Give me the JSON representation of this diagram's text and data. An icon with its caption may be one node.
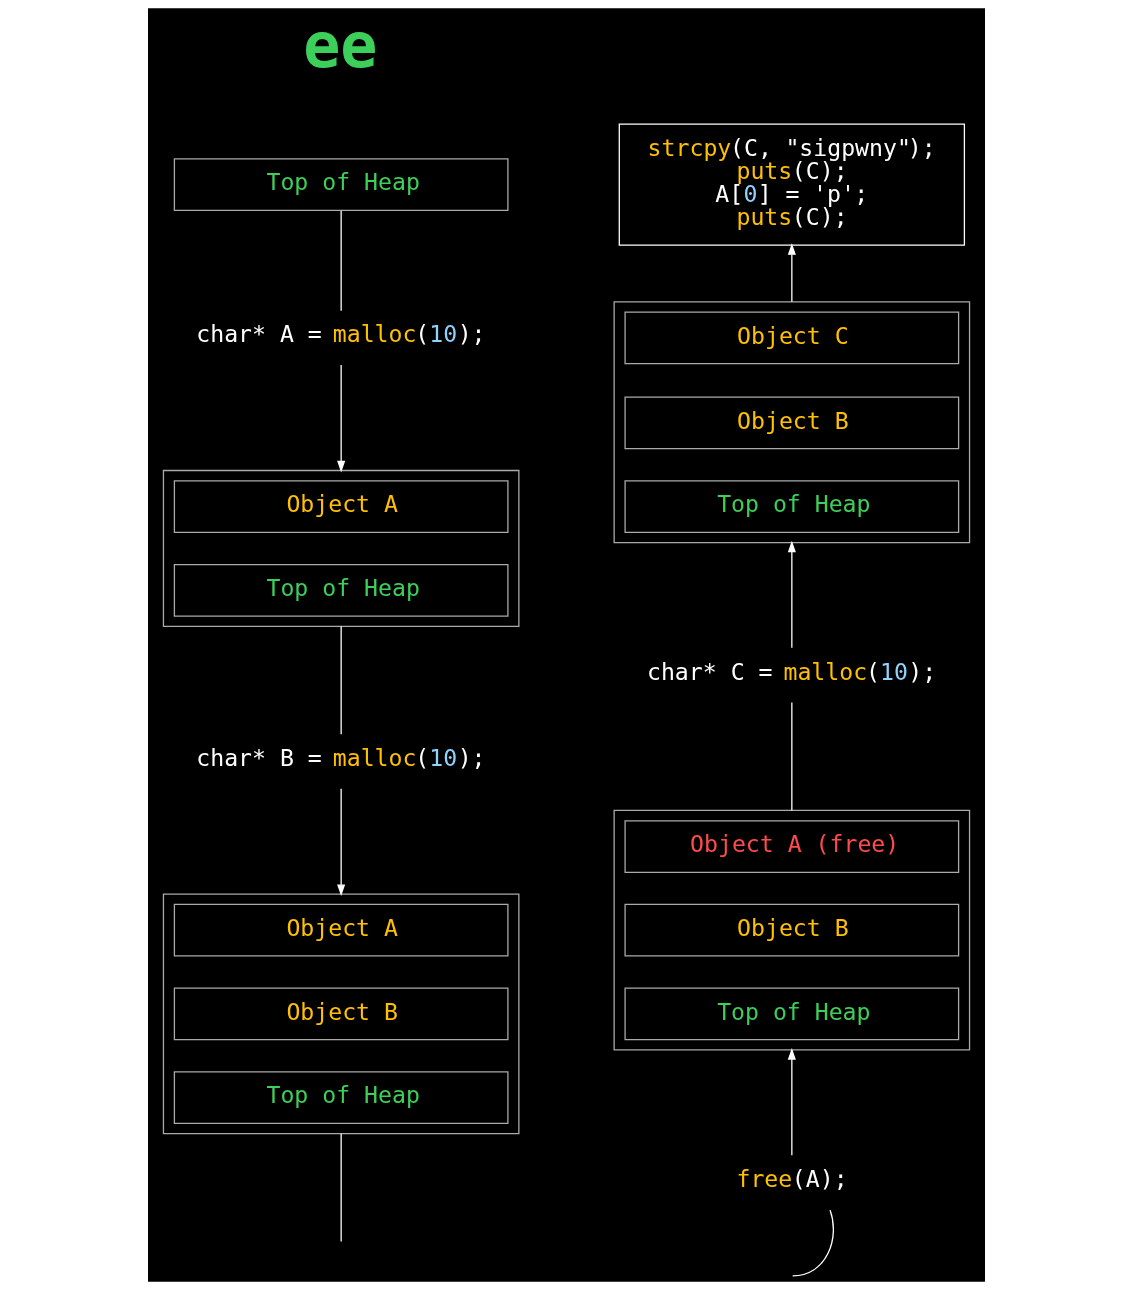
{
  "diagram": {
    "nodes": [
      {
        "text": [
          "Top of Heap"
        ]
      },
      {
        "text": [
          "char* A = malloc(10);"
        ]
      },
      {
        "text": [],
        "shape": "box"
      },
      {
        "text": [
          "Object A"
        ],
        "in": 2
      },
      {
        "text": [
          "Top of Heap"
        ],
        "in": 2
      },
      {
        "text": [
          "char* B = malloc(10);"
        ]
      },
      {
        "text": [],
        "shape": "box"
      },
      {
        "text": [
          "Object A"
        ],
        "in": 6
      },
      {
        "text": [
          "Object B"
        ],
        "in": 6
      },
      {
        "text": [
          "Top of Heap"
        ],
        "in": 6
      },
      {
        "text": [
          "strcpy(C, \"sigpwny\");",
          "puts(C);",
          "A[0] = 'p';",
          "puts(C);"
        ]
      },
      {
        "text": [],
        "shape": "box"
      },
      {
        "text": [
          "Object C"
        ],
        "in": 11
      },
      {
        "text": [
          "Object B"
        ],
        "in": 11
      },
      {
        "text": [
          "Top of Heap"
        ],
        "in": 11
      },
      {
        "text": [
          "char* C = malloc(10);"
        ]
      },
      {
        "text": [],
        "shape": "box"
      },
      {
        "text": [
          "Object A (free)"
        ],
        "in": 16
      },
      {
        "text": [
          "Object B"
        ],
        "in": 16
      },
      {
        "text": [
          "Top of Heap"
        ],
        "in": 16
      },
      {
        "text": [
          "free(A);"
        ]
      }
    ],
    "edges": [
      {
        "from": 0,
        "to": 1,
        "arrow": "none"
      },
      {
        "from": 1,
        "to": 2,
        "arrow": "to"
      },
      {
        "from": 2,
        "to": 5,
        "arrow": "none"
      },
      {
        "from": 5,
        "to": 6,
        "arrow": "to"
      },
      {
        "from": 6,
        "to": null,
        "arrow": "none"
      },
      {
        "from": null,
        "to": 20,
        "arrow": "none"
      },
      {
        "from": 20,
        "to": 16,
        "arrow": "to"
      },
      {
        "from": 16,
        "to": 15,
        "arrow": "none"
      },
      {
        "from": 15,
        "to": 11,
        "arrow": "to"
      },
      {
        "from": 11,
        "to": 10,
        "arrow": "to"
      }
    ],
    "labels": [
      "ee"
    ]
  }
}
